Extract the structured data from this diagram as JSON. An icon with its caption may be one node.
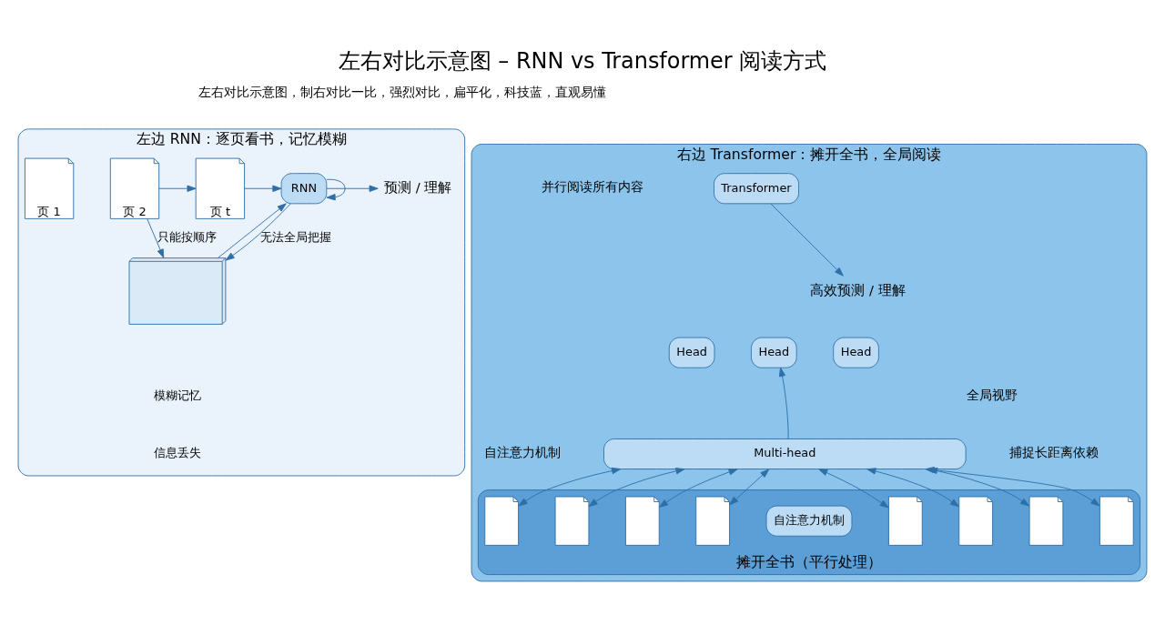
{
  "diagram": {
    "title": "左右对比示意图 – RNN vs Transformer 阅读方式",
    "nodes": [
      {
        "text": [
          "左边 RNN：逐页看书，记忆模糊"
        ]
      },
      {
        "text": [
          "页 1"
        ],
        "in": 0
      },
      {
        "text": [
          "页 2"
        ],
        "in": 0
      },
      {
        "text": [
          "页 t"
        ],
        "in": 0
      },
      {
        "text": [
          "RNN"
        ],
        "in": 0
      },
      {
        "text": [
          "预测 / 理解"
        ],
        "in": 0
      },
      {
        "text": [],
        "shape": "picture",
        "in": 0
      },
      {
        "text": [
          "右边 Transformer：摊开全书，全局阅读"
        ]
      },
      {
        "text": [
          "Transformer"
        ],
        "in": 7
      },
      {
        "text": [
          "Head"
        ],
        "in": 7
      },
      {
        "text": [
          "Head"
        ],
        "in": 7
      },
      {
        "text": [
          "Head"
        ],
        "in": 7
      },
      {
        "text": [
          "Multi-head"
        ],
        "in": 7
      },
      {
        "text": [
          "高效预测 / 理解"
        ],
        "in": 7
      },
      {
        "text": [
          "摊开全书（平行处理）"
        ],
        "in": 7
      },
      {
        "text": [],
        "shape": "document",
        "in": 14
      },
      {
        "text": [],
        "shape": "document",
        "in": 14
      },
      {
        "text": [],
        "shape": "document",
        "in": 14
      },
      {
        "text": [],
        "shape": "document",
        "in": 14
      },
      {
        "text": [
          "自注意力机制"
        ],
        "in": 14
      },
      {
        "text": [],
        "shape": "document",
        "in": 14
      },
      {
        "text": [],
        "shape": "document",
        "in": 14
      },
      {
        "text": [],
        "shape": "document",
        "in": 14
      },
      {
        "text": [],
        "shape": "document",
        "in": 14
      }
    ],
    "edges": [
      {
        "from": 2,
        "to": 3,
        "arrow": "to"
      },
      {
        "from": 3,
        "to": 4,
        "arrow": "to"
      },
      {
        "from": 4,
        "to": 4,
        "arrow": "to"
      },
      {
        "from": 4,
        "to": 5,
        "arrow": "to"
      },
      {
        "from": 2,
        "to": 6,
        "arrow": "to",
        "label": "只能按顺序"
      },
      {
        "from": 6,
        "to": 4,
        "arrow": "to"
      },
      {
        "from": 4,
        "to": 6,
        "arrow": "to",
        "label": "无法全局把握"
      },
      {
        "from": 12,
        "to": 10,
        "arrow": "to"
      },
      {
        "from": 8,
        "to": 13,
        "arrow": "to"
      },
      {
        "from": 12,
        "to": 15,
        "arrow": "both"
      },
      {
        "from": 12,
        "to": 16,
        "arrow": "both"
      },
      {
        "from": 12,
        "to": 17,
        "arrow": "both"
      },
      {
        "from": 12,
        "to": 18,
        "arrow": "both"
      },
      {
        "from": 12,
        "to": 20,
        "arrow": "both"
      },
      {
        "from": 12,
        "to": 21,
        "arrow": "both"
      },
      {
        "from": 12,
        "to": 22,
        "arrow": "both"
      },
      {
        "from": 12,
        "to": 23,
        "arrow": "both"
      }
    ],
    "labels": [
      "左右对比示意图，制右对比一比，强烈对比，扁平化，科技蓝，直观易懂",
      "并行阅读所有内容",
      "自注意力机制",
      "全局视野",
      "捕捉长距离依赖"
    ],
    "legend": [
      {
        "text": "模糊记忆"
      },
      {
        "text": "信息丢失"
      }
    ]
  }
}
